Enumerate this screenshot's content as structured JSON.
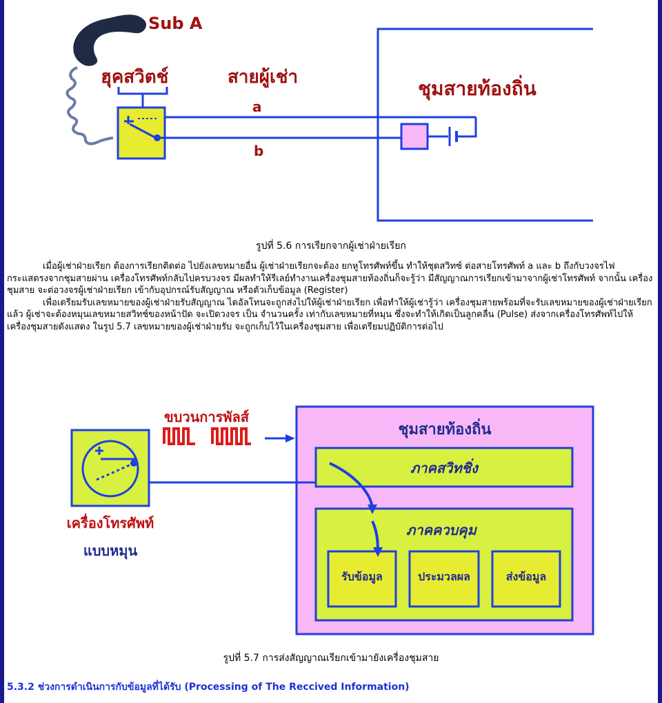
{
  "figure1": {
    "sub_label": "Sub A",
    "hook_label": "ฮุคสวิตช์",
    "line_label": "สายผู้เช่า",
    "exchange_label": "ชุมสายท้องถิ่น",
    "wire_a": "a",
    "wire_b": "b",
    "caption": "รูปที่ 5.6 การเรียกจากผู้เช่าฝ่ายเรียก"
  },
  "body": {
    "p1": "เมื่อผู้เช่าฝ่ายเรียก ต้องการเรียกติดต่อ ไปยังเลขหมายอื่น ผู้เช่าฝ่ายเรียกจะต้อง ยกหูโทรศัพท์ขึ้น ทำให้ชุดสวิทซ์ ต่อสายโทรศัพท์ a และ b ถึงกับวงจรไฟกระแสตรงจากชุมสายผ่าน เครื่องโทรศัพท์กลับไปครบวงจร มีผลทำให้รีเลย์ทำงานเครื่องชุมสายท้องถิ่นก็จะรู้ว่า มีสัญญาณการเรียกเข้ามาจากผู้เช่าโทรศัพท์ จากนั้น เครื่องชุมสาย จะต่อวงจรผู้เช่าฝ่ายเรียก เข้ากับอุปกรณ์รับสัญญาณ หรือตัวเก็บข้อมูล (Register)",
    "p2": "เพื่อเตรียมรับเลขหมายของผู้เช่าฝ่ายรับสัญญาณ ไดอัลโทนจะถูกส่งไปให้ผู้เช่าฝ่ายเรียก เพื่อทำให้ผู้เช่ารู้ว่า เครื่องชุมสายพร้อมที่จะรับเลขหมายของผู้เช่าฝ่ายเรียกแล้ว ผู้เช่าจะต้องหมุนเลขหมายสวิทช์ของหน้าปัด จะเปิดวงจร เป็น จำนวนครั้ง เท่ากับเลขหมายที่หมุน ซึ่งจะทำให้เกิดเป็นลูกคลื่น (Pulse) ส่งจากเครื่องโทรศัพท์ไปให้เครื่องชุมสายดังแสดง ในรูป 5.7 เลขหมายของผู้เช่าฝ่ายรับ จะถูกเก็บไว้ในเครื่องชุมสาย เพื่อเตรียมปฏิบัติการต่อไป"
  },
  "figure2": {
    "pulse_label": "ขบวนการพัลส์",
    "exchange_label": "ชุมสายท้องถิ่น",
    "switching_label": "ภาคสวิทชิ่ง",
    "control_label": "ภาคควบคุม",
    "receive_label": "รับข้อมูล",
    "process_label": "ประมวลผล",
    "send_label": "ส่งข้อมูล",
    "phone_label_1": "เครื่องโทรศัพท์",
    "phone_label_2": "แบบหมุน",
    "caption": "รูปที่ 5.7 การส่งสัญญาณเรียกเข้ามายังเครื่องชุมสาย"
  },
  "section": {
    "heading": "5.3.2 ช่วงการดำเนินการกับข้อมูลที่ได้รับ (Processing of The Reccived Information)"
  },
  "colors": {
    "border": "#1a1a8c",
    "wire": "#1f3fe0",
    "label_red": "#a01010",
    "yellow_green": "#d8f040",
    "pink": "#f8b8f8",
    "heading_blue": "#1f2fd6"
  }
}
